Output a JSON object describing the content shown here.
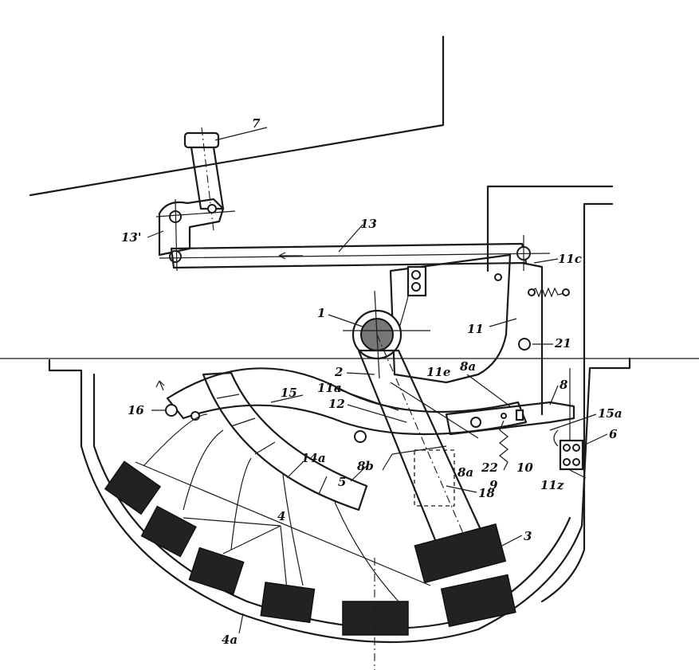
{
  "labels": {
    "l1": "1",
    "l2": "2",
    "l3": "3",
    "l4": "4",
    "l4a": "4a",
    "l5": "5",
    "l6": "6",
    "l7": "7",
    "l8": "8",
    "l8a_top": "8a",
    "l8a_mid": "8a",
    "l8b": "8b",
    "l9": "9",
    "l10": "10",
    "l11": "11",
    "l11a": "11a",
    "l11c": "11c",
    "l11e": "11e",
    "l11z": "11z",
    "l12": "12",
    "l13": "13",
    "l13p": "13'",
    "l14a": "14a",
    "l15": "15",
    "l15a": "15a",
    "l16": "16",
    "l18": "18",
    "l21": "21",
    "l22": "22"
  },
  "colors": {
    "ink": "#1a1a1a",
    "paper": "#ffffff"
  }
}
